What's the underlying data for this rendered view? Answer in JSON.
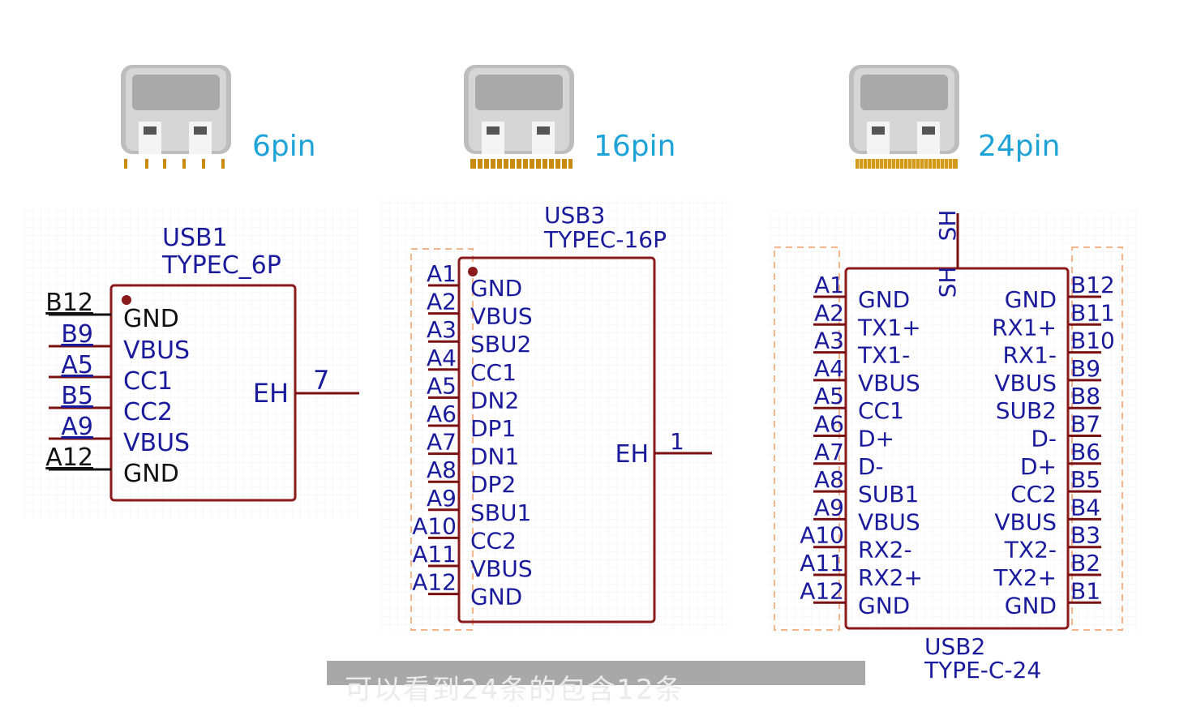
{
  "connector_photos": [
    {
      "caption": "6pin",
      "pin_count": 6
    },
    {
      "caption": "16pin",
      "pin_count": 16
    },
    {
      "caption": "24pin",
      "pin_count": 24
    }
  ],
  "usb1": {
    "ref": "USB1",
    "value": "TYPEC_6P",
    "pins": [
      {
        "num": "B12",
        "name": "GND"
      },
      {
        "num": "B9",
        "name": "VBUS"
      },
      {
        "num": "A5",
        "name": "CC1"
      },
      {
        "num": "B5",
        "name": "CC2"
      },
      {
        "num": "A9",
        "name": "VBUS"
      },
      {
        "num": "A12",
        "name": "GND"
      }
    ],
    "right_pin": {
      "name": "EH",
      "num": "7"
    }
  },
  "usb3": {
    "ref": "USB3",
    "value": "TYPEC-16P",
    "pins": [
      {
        "num": "A1",
        "name": "GND"
      },
      {
        "num": "A2",
        "name": "VBUS"
      },
      {
        "num": "A3",
        "name": "SBU2"
      },
      {
        "num": "A4",
        "name": "CC1"
      },
      {
        "num": "A5",
        "name": "DN2"
      },
      {
        "num": "A6",
        "name": "DP1"
      },
      {
        "num": "A7",
        "name": "DN1"
      },
      {
        "num": "A8",
        "name": "DP2"
      },
      {
        "num": "A9",
        "name": "SBU1"
      },
      {
        "num": "A10",
        "name": "CC2"
      },
      {
        "num": "A11",
        "name": "VBUS"
      },
      {
        "num": "A12",
        "name": "GND"
      }
    ],
    "right_pin": {
      "name": "EH",
      "num": "1"
    }
  },
  "usb2": {
    "ref": "USB2",
    "value": "TYPE-C-24",
    "top_pin": {
      "name": "SH",
      "num": "SH"
    },
    "left_pins": [
      {
        "num": "A1",
        "name": "GND"
      },
      {
        "num": "A2",
        "name": "TX1+"
      },
      {
        "num": "A3",
        "name": "TX1-"
      },
      {
        "num": "A4",
        "name": "VBUS"
      },
      {
        "num": "A5",
        "name": "CC1"
      },
      {
        "num": "A6",
        "name": "D+"
      },
      {
        "num": "A7",
        "name": "D-"
      },
      {
        "num": "A8",
        "name": "SUB1"
      },
      {
        "num": "A9",
        "name": "VBUS"
      },
      {
        "num": "A10",
        "name": "RX2-"
      },
      {
        "num": "A11",
        "name": "RX2+"
      },
      {
        "num": "A12",
        "name": "GND"
      }
    ],
    "right_pins": [
      {
        "num": "B12",
        "name": "GND"
      },
      {
        "num": "B11",
        "name": "RX1+"
      },
      {
        "num": "B10",
        "name": "RX1-"
      },
      {
        "num": "B9",
        "name": "VBUS"
      },
      {
        "num": "B8",
        "name": "SUB2"
      },
      {
        "num": "B7",
        "name": "D-"
      },
      {
        "num": "B6",
        "name": "D+"
      },
      {
        "num": "B5",
        "name": "CC2"
      },
      {
        "num": "B4",
        "name": "VBUS"
      },
      {
        "num": "B3",
        "name": "TX2-"
      },
      {
        "num": "B2",
        "name": "TX2+"
      },
      {
        "num": "B1",
        "name": "GND"
      }
    ]
  },
  "subtitle": "可以看到24条的包含12条",
  "colors": {
    "body_outline": "#8b1a1a",
    "pin_line": "#7a1010",
    "pin_number": "#1a1a9c",
    "pin_name": "#1a1a9c",
    "caption": "#1ea3d8"
  }
}
